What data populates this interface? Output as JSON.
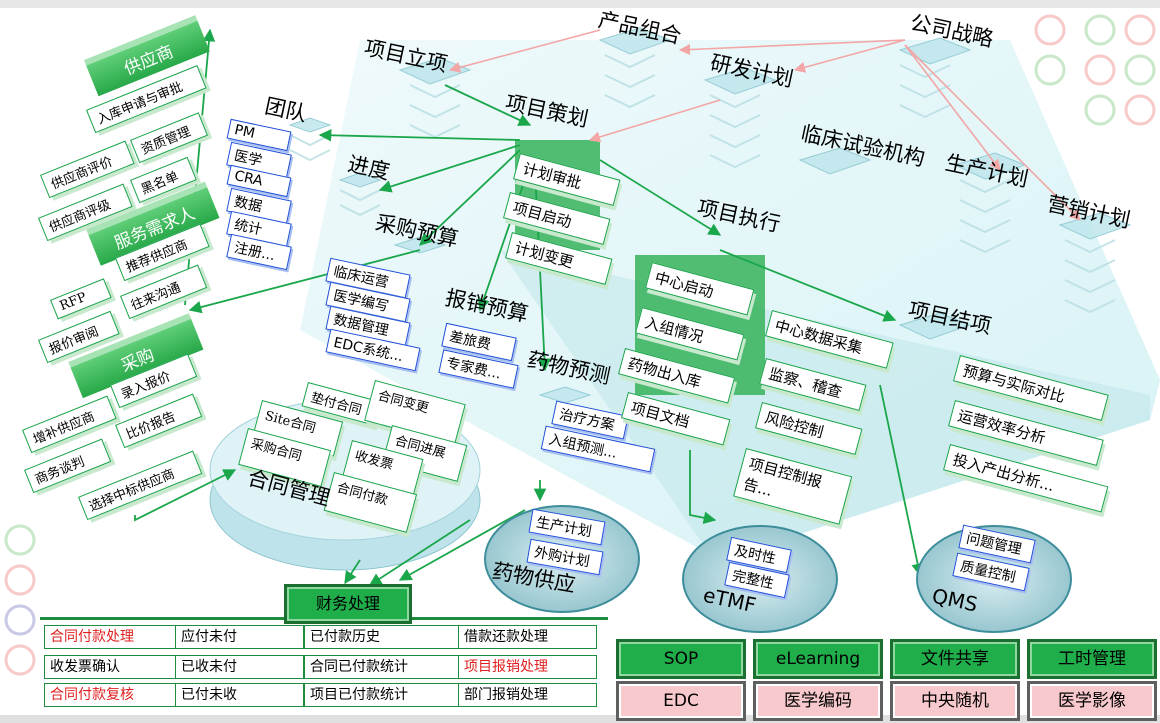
{
  "top_nodes": {
    "company_strategy": "公司战略",
    "product_portfolio": "产品组合",
    "rd_plan": "研发计划",
    "project_initiation": "项目立项",
    "project_planning": "项目策划",
    "clinical_sites": "临床试验机构",
    "production_plan": "生产计划",
    "marketing_plan": "营销计划",
    "project_execution": "项目执行",
    "project_closure": "项目结项"
  },
  "team": {
    "title": "团队",
    "items": [
      "PM",
      "医学",
      "CRA",
      "数据",
      "统计",
      "注册..."
    ]
  },
  "progress": {
    "title": "进度"
  },
  "procurement_budget": {
    "title": "采购预算",
    "items": [
      "临床运营",
      "医学编写",
      "数据管理",
      "EDC系统..."
    ]
  },
  "reimbursement_budget": {
    "title": "报销预算",
    "items": [
      "差旅费",
      "专家费..."
    ]
  },
  "drug_forecast": {
    "title": "药物预测",
    "items": [
      "治疗方案",
      "入组预测..."
    ]
  },
  "planning_tasks": [
    "计划审批",
    "项目启动",
    "计划变更"
  ],
  "execution_tasks": [
    "中心启动",
    "入组情况",
    "药物出入库",
    "项目文档"
  ],
  "execution_tasks_right": [
    "中心数据采集",
    "监察、稽查",
    "风险控制",
    "项目控制报告..."
  ],
  "closure_tasks": [
    "预算与实际对比",
    "运营效率分析",
    "投入产出分析..."
  ],
  "supplier": {
    "title": "供应商",
    "items": [
      "入库申请与审批",
      "资质管理",
      "供应商评价",
      "黑名单",
      "供应商评级"
    ]
  },
  "service_demand": {
    "title": "服务需求人",
    "items": [
      "推荐供应商",
      "RFP",
      "往来沟通",
      "报价审阅"
    ]
  },
  "purchase": {
    "title": "采购",
    "items": [
      "录入报价",
      "增补供应商",
      "比价报告",
      "商务谈判",
      "选择中标供应商"
    ]
  },
  "contract_mgmt": {
    "title": "合同管理",
    "items": [
      "垫付合同",
      "合同变更",
      "Site合同",
      "合同进展",
      "采购合同",
      "收发票",
      "合同付款"
    ]
  },
  "drug_supply": {
    "title": "药物供应",
    "items": [
      "生产计划",
      "外购计划"
    ]
  },
  "etmf": {
    "title": "eTMF",
    "items": [
      "及时性",
      "完整性"
    ]
  },
  "qms": {
    "title": "QMS",
    "items": [
      "问题管理",
      "质量控制"
    ]
  },
  "finance": {
    "title": "财务处理",
    "rows": [
      [
        {
          "text": "合同付款处理",
          "red": true
        },
        {
          "text": "应付未付"
        },
        {
          "text": "已付款历史"
        },
        {
          "text": "借款还款处理"
        }
      ],
      [
        {
          "text": "收发票确认"
        },
        {
          "text": "已收未付"
        },
        {
          "text": "合同已付款统计"
        },
        {
          "text": "项目报销处理",
          "red": true
        }
      ],
      [
        {
          "text": "合同付款复核",
          "red": true
        },
        {
          "text": "已付未收"
        },
        {
          "text": "项目已付款统计"
        },
        {
          "text": "部门报销处理"
        }
      ]
    ]
  },
  "modules": {
    "green": [
      "SOP",
      "eLearning",
      "文件共享",
      "工时管理"
    ],
    "pink": [
      "EDC",
      "医学编码",
      "中央随机",
      "医学影像"
    ]
  },
  "colors": {
    "green": "#1fae4a",
    "blue": "#1e4fd8",
    "pink": "#f7c9cc",
    "arrow_pink": "#f3a6a6",
    "arrow_green": "#1aa64a"
  }
}
